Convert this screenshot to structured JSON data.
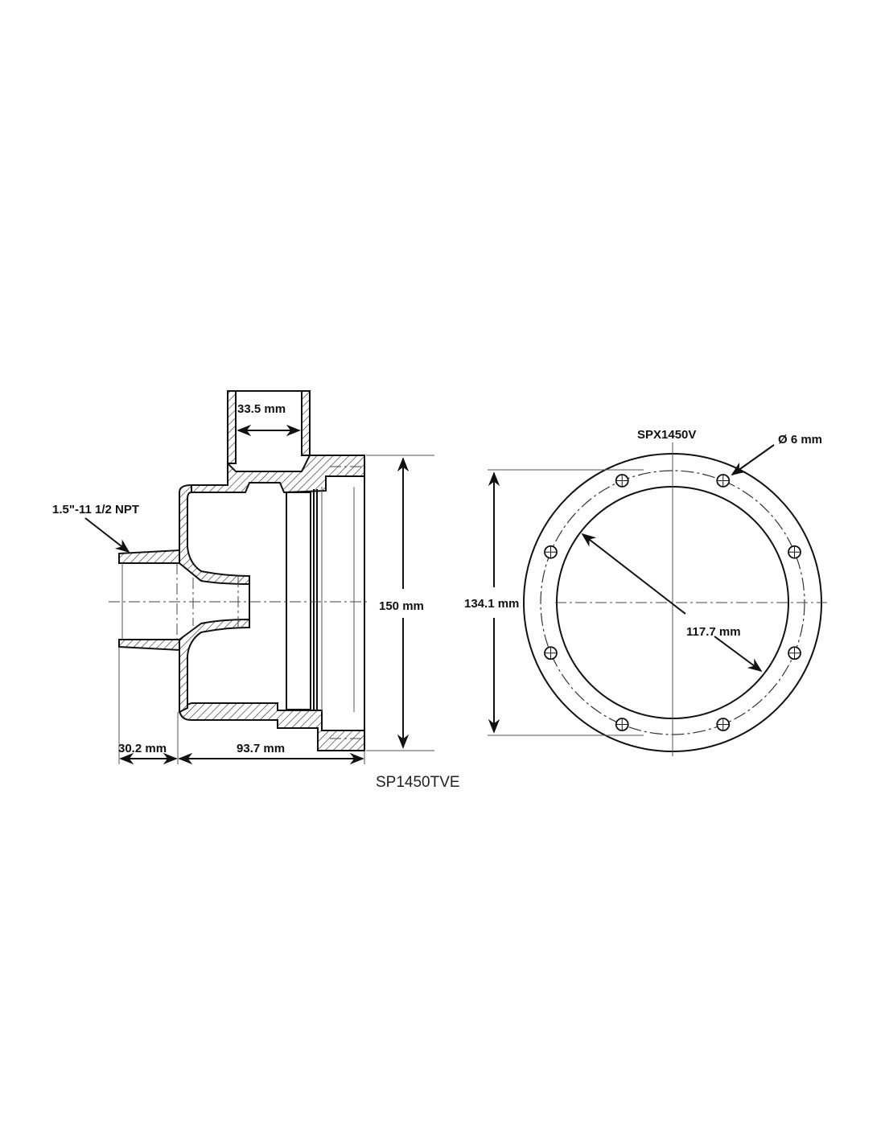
{
  "side_view": {
    "model": "SP1450TVE",
    "thread_label": "1.5\"-11 1/2 NPT",
    "top_port_width": "33.5 mm",
    "height": "150 mm",
    "nozzle_length": "30.2 mm",
    "body_length": "93.7 mm"
  },
  "front_view": {
    "model": "SPX1450V",
    "hole_diameter": "Ø 6 mm",
    "bolt_circle": "134.1 mm",
    "inner_diameter": "117.7 mm"
  }
}
